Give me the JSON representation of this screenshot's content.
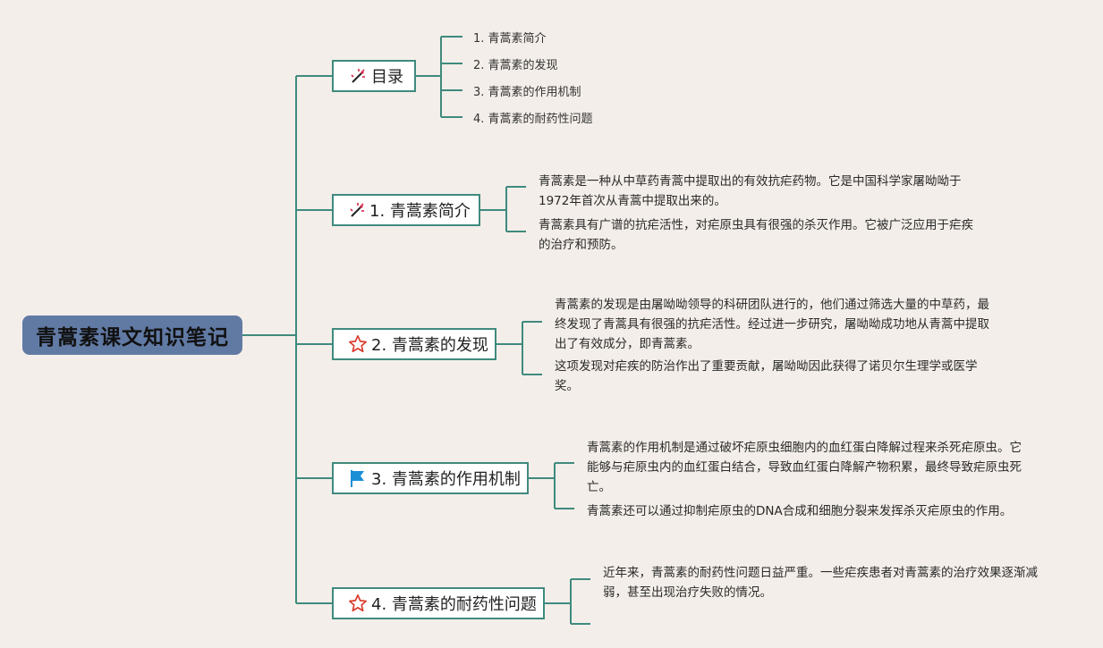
{
  "root": {
    "title": "青蒿素课文知识笔记"
  },
  "icons": {
    "wand": "magic-wand-icon",
    "star": "star-icon",
    "flag": "flag-icon"
  },
  "colors": {
    "line": "#3f8a7e",
    "root_bg": "#617aa4",
    "star": "#d9392b",
    "flag": "#1a8fd6",
    "wand_red": "#d8274a"
  },
  "topics": [
    {
      "label": "目录",
      "icon": "wand",
      "items": [
        "1. 青蒿素简介",
        "2. 青蒿素的发现",
        "3. 青蒿素的作用机制",
        "4. 青蒿素的耐药性问题"
      ]
    },
    {
      "label": "1. 青蒿素简介",
      "icon": "wand",
      "paras": [
        "青蒿素是一种从中草药青蒿中提取出的有效抗疟药物。它是中国科学家屠呦呦于1972年首次从青蒿中提取出来的。",
        "青蒿素具有广谱的抗疟活性，对疟原虫具有很强的杀灭作用。它被广泛应用于疟疾的治疗和预防。"
      ]
    },
    {
      "label": "2. 青蒿素的发现",
      "icon": "star",
      "paras": [
        "青蒿素的发现是由屠呦呦领导的科研团队进行的，他们通过筛选大量的中草药，最终发现了青蒿具有很强的抗疟活性。经过进一步研究，屠呦呦成功地从青蒿中提取出了有效成分，即青蒿素。",
        "这项发现对疟疾的防治作出了重要贡献，屠呦呦因此获得了诺贝尔生理学或医学奖。"
      ]
    },
    {
      "label": "3. 青蒿素的作用机制",
      "icon": "flag",
      "paras": [
        "青蒿素的作用机制是通过破坏疟原虫细胞内的血红蛋白降解过程来杀死疟原虫。它能够与疟原虫内的血红蛋白结合，导致血红蛋白降解产物积累，最终导致疟原虫死亡。",
        "青蒿素还可以通过抑制疟原虫的DNA合成和细胞分裂来发挥杀灭疟原虫的作用。"
      ]
    },
    {
      "label": "4. 青蒿素的耐药性问题",
      "icon": "star",
      "paras": [
        "近年来，青蒿素的耐药性问题日益严重。一些疟疾患者对青蒿素的治疗效果逐渐减弱，甚至出现治疗失败的情况。"
      ]
    }
  ]
}
